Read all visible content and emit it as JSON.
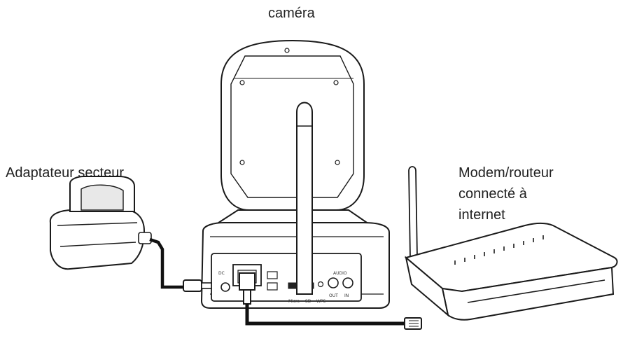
{
  "labels": {
    "camera": "caméra",
    "power_adapter": "Adaptateur secteur",
    "router_line1": "Modem/routeur",
    "router_line2": "connecté à",
    "router_line3": "internet"
  },
  "ports": {
    "dc": "DC",
    "micro_sd": "Micro",
    "sd": "SD",
    "wps": "WPS",
    "out": "OUT",
    "in": "IN",
    "audio": "AUDIO"
  },
  "colors": {
    "line": "#1a1a1a",
    "cable": "#111111",
    "paper": "#ffffff"
  }
}
